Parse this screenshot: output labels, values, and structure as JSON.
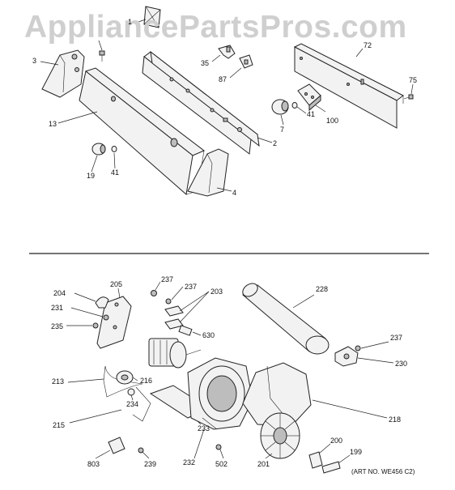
{
  "watermark": "AppliancePartsPros.com",
  "art_number": "(ART NO. WE456 C2)",
  "callouts": [
    {
      "id": "c1",
      "text": "1"
    },
    {
      "id": "c3",
      "text": "3"
    },
    {
      "id": "c13",
      "text": "13"
    },
    {
      "id": "c19",
      "text": "19"
    },
    {
      "id": "c41a",
      "text": "41"
    },
    {
      "id": "c35",
      "text": "35"
    },
    {
      "id": "c87",
      "text": "87"
    },
    {
      "id": "c2",
      "text": "2"
    },
    {
      "id": "c4",
      "text": "4"
    },
    {
      "id": "c7",
      "text": "7"
    },
    {
      "id": "c41b",
      "text": "41"
    },
    {
      "id": "c100",
      "text": "100"
    },
    {
      "id": "c72",
      "text": "72"
    },
    {
      "id": "c75",
      "text": "75"
    },
    {
      "id": "c204",
      "text": "204"
    },
    {
      "id": "c205",
      "text": "205"
    },
    {
      "id": "c231",
      "text": "231"
    },
    {
      "id": "c235",
      "text": "235"
    },
    {
      "id": "c237a",
      "text": "237"
    },
    {
      "id": "c237b",
      "text": "237"
    },
    {
      "id": "c203",
      "text": "203"
    },
    {
      "id": "c228",
      "text": "228"
    },
    {
      "id": "c630",
      "text": "630"
    },
    {
      "id": "c237c",
      "text": "237"
    },
    {
      "id": "c230",
      "text": "230"
    },
    {
      "id": "c213",
      "text": "213"
    },
    {
      "id": "c216",
      "text": "216"
    },
    {
      "id": "c234",
      "text": "234"
    },
    {
      "id": "c215",
      "text": "215"
    },
    {
      "id": "c233",
      "text": "233"
    },
    {
      "id": "c218",
      "text": "218"
    },
    {
      "id": "c200",
      "text": "200"
    },
    {
      "id": "c199",
      "text": "199"
    },
    {
      "id": "c803",
      "text": "803"
    },
    {
      "id": "c239",
      "text": "239"
    },
    {
      "id": "c232",
      "text": "232"
    },
    {
      "id": "c502",
      "text": "502"
    },
    {
      "id": "c201",
      "text": "201"
    }
  ]
}
